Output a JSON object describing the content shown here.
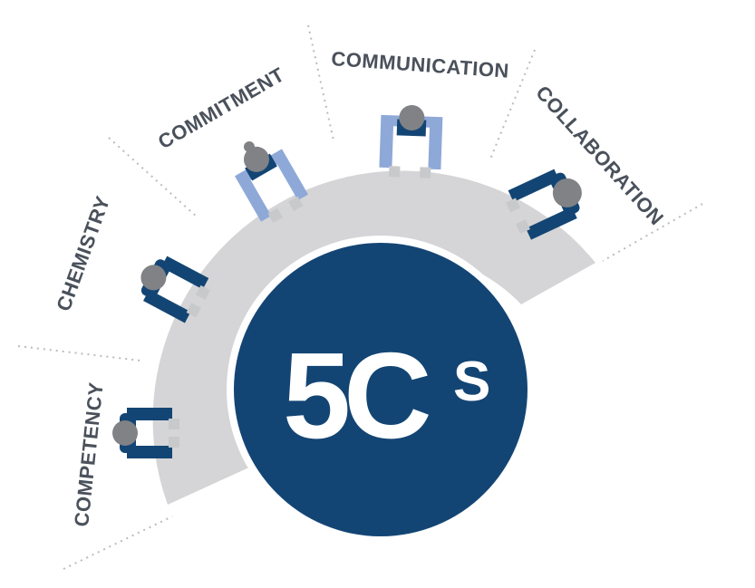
{
  "title": {
    "main": "5C",
    "superscript": "S"
  },
  "pillars": [
    {
      "label": "COMPETENCY"
    },
    {
      "label": "CHEMISTRY"
    },
    {
      "label": "COMMITMENT"
    },
    {
      "label": "COMMUNICATION"
    },
    {
      "label": "COLLABORATION"
    }
  ],
  "colors": {
    "navy": "#134574",
    "table_gray": "#d5d5d7",
    "shirt_light": "#8ea8d8",
    "head_gray": "#808285",
    "label_text": "#4a515b",
    "divider": "#b8bcc2"
  }
}
